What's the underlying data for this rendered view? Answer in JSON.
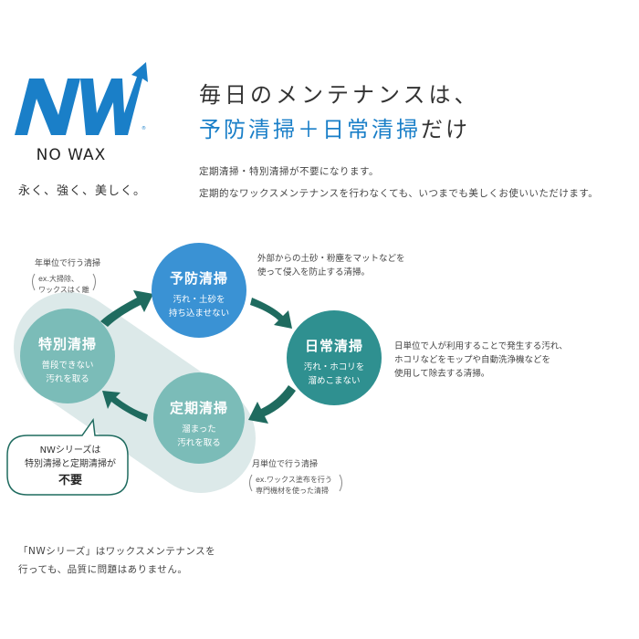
{
  "brand": {
    "logo_letters": "NW",
    "name": "NO WAX",
    "tagline": "永く、強く、美しく。",
    "color": "#1a7fc8"
  },
  "headline": {
    "line1": "毎日のメンテナンスは、",
    "accent": "予防清掃＋日常清掃",
    "suffix": "だけ"
  },
  "description": {
    "line1": "定期清掃・特別清掃が不要になります。",
    "line2": "定期的なワックスメンテナンスを行わなくても、いつまでも美しくお使いいただけます。"
  },
  "cycle": {
    "preventive": {
      "title": "予防清掃",
      "sub1": "汚れ・土砂を",
      "sub2": "持ち込ませない",
      "color": "#3a92d4"
    },
    "daily": {
      "title": "日常清掃",
      "sub1": "汚れ・ホコリを",
      "sub2": "溜めこまない",
      "color": "#2f9090"
    },
    "periodic": {
      "title": "定期清掃",
      "sub1": "溜まった",
      "sub2": "汚れを取る",
      "color": "#7bbcb8"
    },
    "special": {
      "title": "特別清掃",
      "sub1": "普段できない",
      "sub2": "汚れを取る",
      "color": "#7bbcb8"
    },
    "arrow_color": "#1f6b5f",
    "band_color": "#dce9e9"
  },
  "notes": {
    "preventive_1": "外部からの土砂・粉塵をマットなどを",
    "preventive_2": "使って侵入を防止する清掃。",
    "daily_1": "日単位で人が利用することで発生する汚れ、",
    "daily_2": "ホコリなどをモップや自動洗浄機などを",
    "daily_3": "使用して除去する清掃。",
    "special_head": "年単位で行う清掃",
    "special_ex1": "ex.大掃除、",
    "special_ex2": "ワックスはく離",
    "periodic_head": "月単位で行う清掃",
    "periodic_ex1": "ex.ワックス塗布を行う",
    "periodic_ex2": "専門機材を使った清掃"
  },
  "bubble": {
    "line1": "NWシリーズは",
    "line2": "特別清掃と定期清掃が",
    "emphasis": "不要"
  },
  "footer": {
    "line1": "「NWシリーズ」はワックスメンテナンスを",
    "line2": "行っても、品質に問題はありません。"
  }
}
